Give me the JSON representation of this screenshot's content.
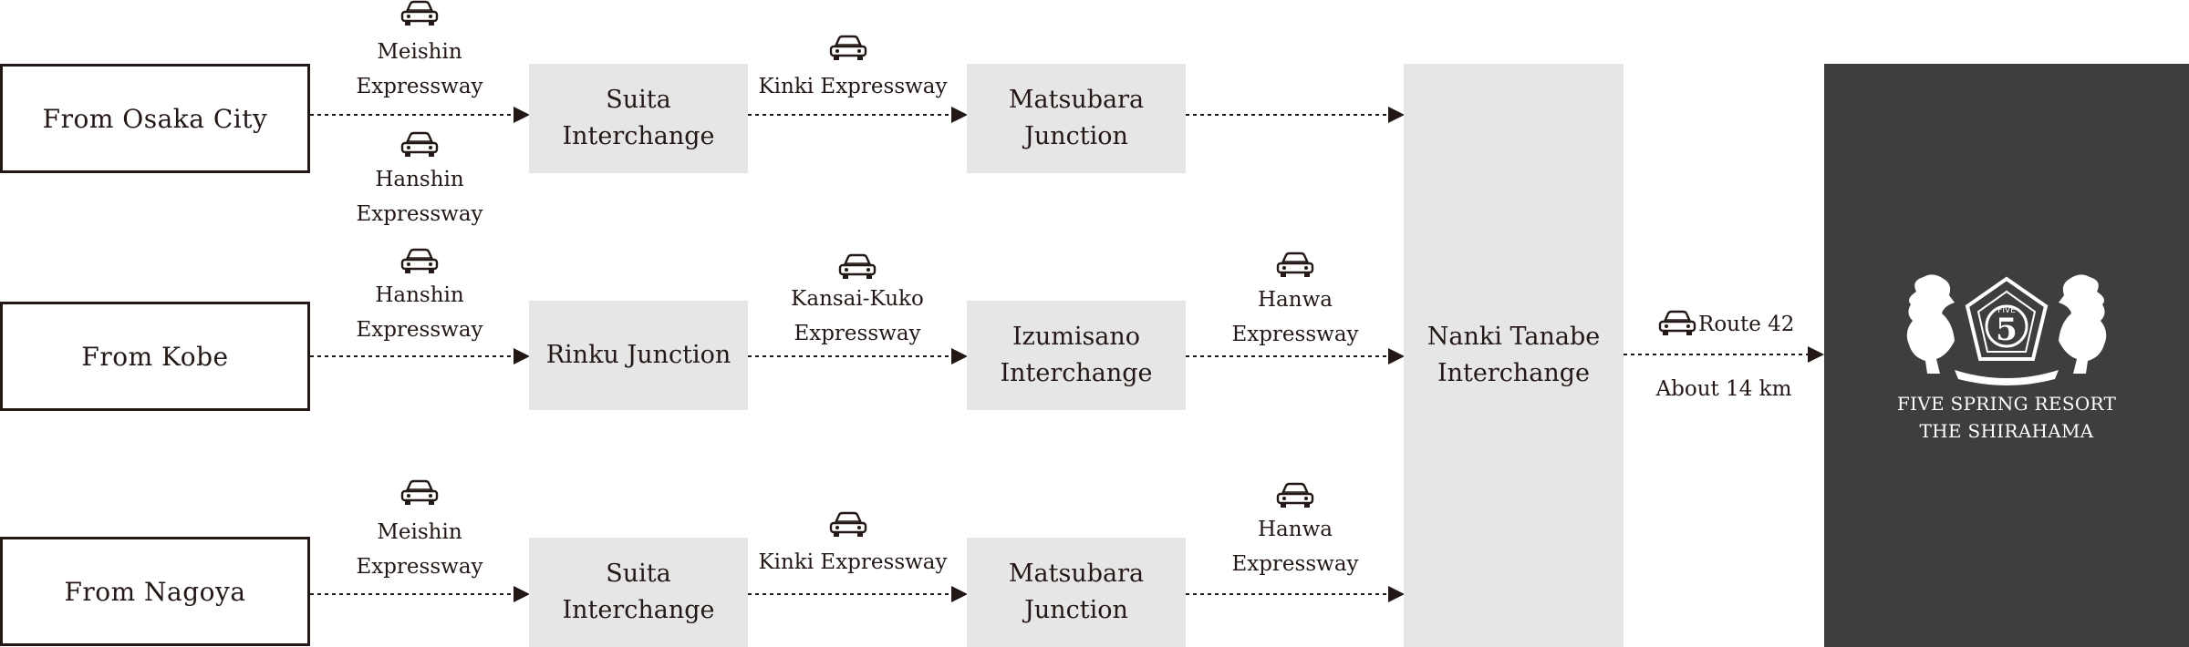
{
  "origins": {
    "osaka": "From Osaka City",
    "kobe": "From Kobe",
    "nagoya": "From Nagoya"
  },
  "nodes": {
    "suita_1": [
      "Suita",
      "Interchange"
    ],
    "matsubara_1": [
      "Matsubara",
      "Junction"
    ],
    "rinku": [
      "Rinku Junction"
    ],
    "izumisano": [
      "Izumisano",
      "Interchange"
    ],
    "suita_2": [
      "Suita",
      "Interchange"
    ],
    "matsubara_2": [
      "Matsubara",
      "Junction"
    ],
    "nanki": [
      "Nanki Tanabe",
      "Interchange"
    ]
  },
  "routes": {
    "meishin_1": [
      "Meishin",
      "Expressway"
    ],
    "hanshin_1": [
      "Hanshin",
      "Expressway"
    ],
    "kinki_1": "Kinki Expressway",
    "hanshin_2": [
      "Hanshin",
      "Expressway"
    ],
    "kansai_kuko": [
      "Kansai-Kuko",
      "Expressway"
    ],
    "hanwa_1": [
      "Hanwa",
      "Expressway"
    ],
    "meishin_2": [
      "Meishin",
      "Expressway"
    ],
    "kinki_2": "Kinki Expressway",
    "hanwa_2": [
      "Hanwa",
      "Expressway"
    ],
    "route42": "Route 42",
    "distance": "About 14 km"
  },
  "hotel": {
    "logo_number": "5",
    "logo_small": "FIVE",
    "name_line1": "FIVE SPRING RESORT",
    "name_line2": "THE SHIRAHAMA"
  },
  "icons": {
    "vehicle": "car-icon",
    "arrow": "arrowhead"
  },
  "colors": {
    "ink": "#231815",
    "node_fill": "#e6e6e6",
    "hotel_fill": "#3e3e3e"
  }
}
